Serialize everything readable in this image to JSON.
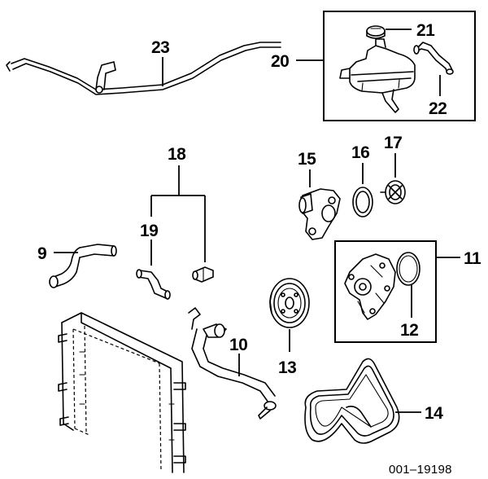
{
  "callouts": {
    "c9": "9",
    "c10": "10",
    "c11": "11",
    "c12": "12",
    "c13": "13",
    "c14": "14",
    "c15": "15",
    "c16": "16",
    "c17": "17",
    "c18": "18",
    "c19": "19",
    "c20": "20",
    "c21": "21",
    "c22": "22",
    "c23": "23"
  },
  "reference_code": "001–19198"
}
